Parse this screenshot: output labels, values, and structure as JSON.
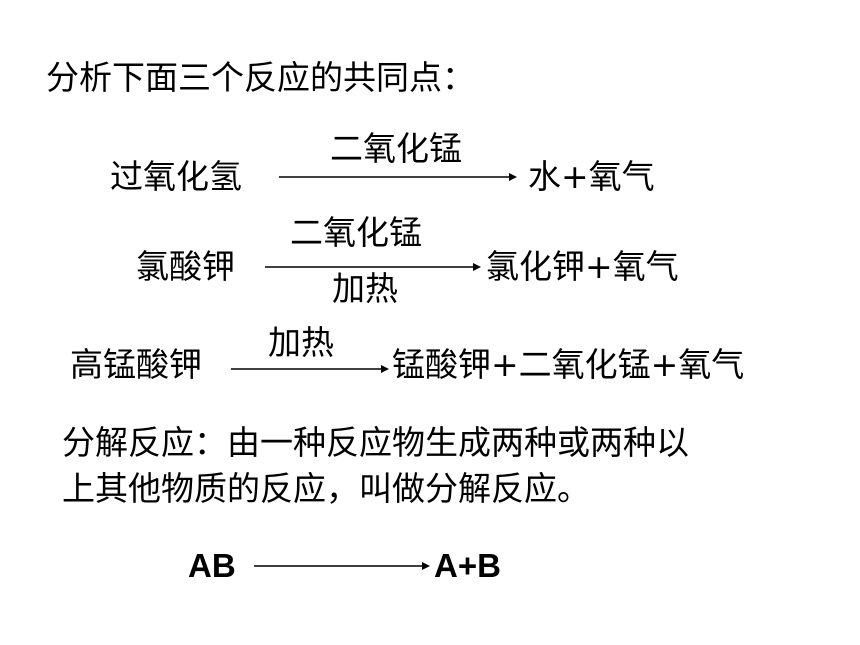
{
  "intro": "分析下面三个反应的共同点：",
  "reactions": [
    {
      "reactant": "过氧化氢",
      "condition_top": "二氧化锰",
      "condition_bottom": "",
      "products": "水+氧气"
    },
    {
      "reactant": "氯酸钾",
      "condition_top": "二氧化锰",
      "condition_bottom": "加热",
      "products": "氯化钾+氧气"
    },
    {
      "reactant": "高锰酸钾",
      "condition_top": "加热",
      "condition_bottom": "",
      "products": "锰酸钾+二氧化锰+氧气"
    }
  ],
  "definition": {
    "line1": "分解反应：由一种反应物生成两种或两种以",
    "line2": "上其他物质的反应，叫做分解反应。"
  },
  "general": {
    "reactant": "AB",
    "products": "A+B"
  }
}
